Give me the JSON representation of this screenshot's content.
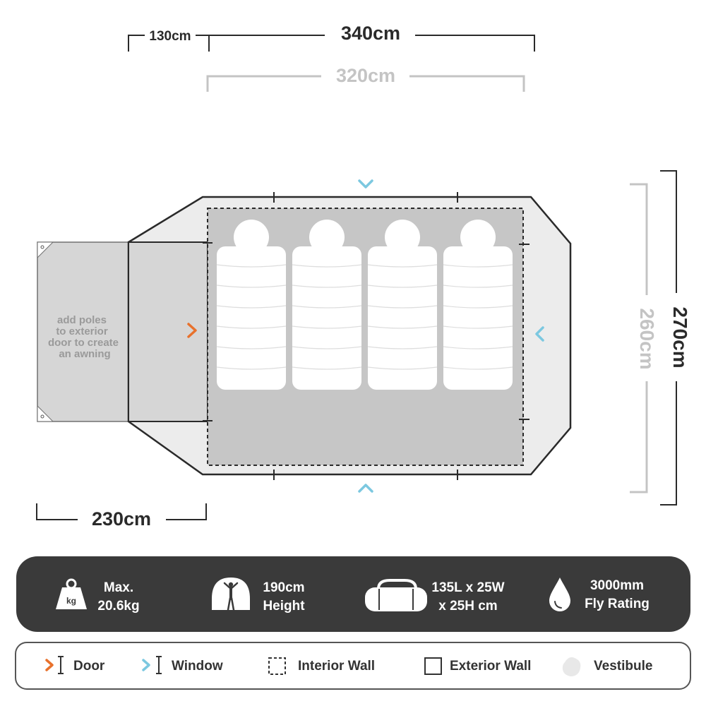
{
  "dimensions": {
    "vestibule_depth": "130cm",
    "total_length": "340cm",
    "inner_length": "320cm",
    "total_width": "270cm",
    "inner_width": "260cm",
    "awning_length": "230cm"
  },
  "awning_note": [
    "add poles",
    "to exterior",
    "door to create",
    "an awning"
  ],
  "specs": [
    {
      "icon": "weight-icon",
      "line1": "Max.",
      "line2": "20.6kg",
      "icon_label": "kg"
    },
    {
      "icon": "tent-height-icon",
      "line1": "190cm",
      "line2": "Height"
    },
    {
      "icon": "carry-bag-icon",
      "line1": "135L x 25W",
      "line2": "x 25H cm"
    },
    {
      "icon": "water-drop-icon",
      "line1": "3000mm",
      "line2": "Fly Rating"
    }
  ],
  "legend": [
    {
      "icon": "door-icon",
      "label": "Door",
      "color": "#e8712c"
    },
    {
      "icon": "window-icon",
      "label": "Window",
      "color": "#7cc8e0"
    },
    {
      "icon": "interior-wall-icon",
      "label": "Interior Wall"
    },
    {
      "icon": "exterior-wall-icon",
      "label": "Exterior Wall"
    },
    {
      "icon": "vestibule-icon",
      "label": "Vestibule"
    }
  ],
  "colors": {
    "door": "#e8712c",
    "window": "#7cc8e0",
    "floor": "#c6c6c6",
    "vestibule": "#ececec",
    "spec_bar": "#3a3a3a"
  }
}
